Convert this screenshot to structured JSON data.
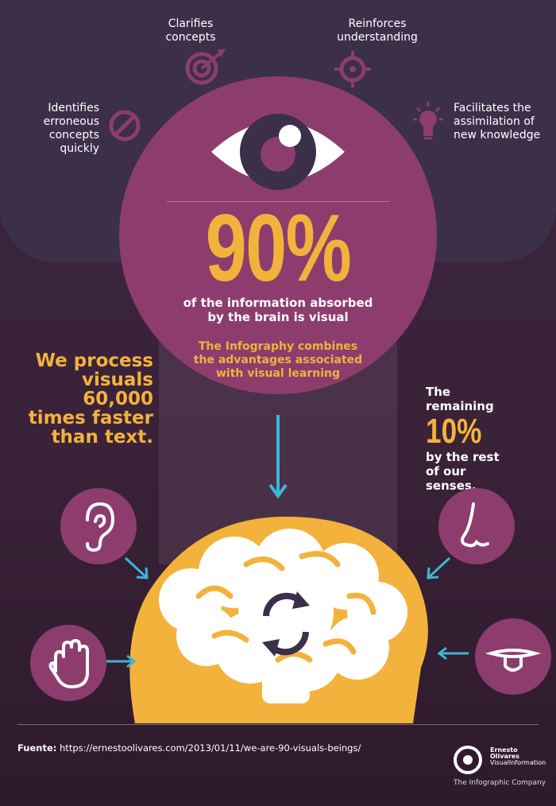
{
  "benefits": [
    {
      "text": "Clarifies concepts",
      "icon": "target-arrow-icon"
    },
    {
      "text": "Reinforces understanding",
      "icon": "crosshair-icon"
    },
    {
      "text": "Identifies erroneous concepts quickly",
      "icon": "prohibited-icon"
    },
    {
      "text": "Facilitates the assimilation of new knowledge",
      "icon": "lightbulb-icon"
    }
  ],
  "headline": {
    "percent": "90%",
    "line1": "of the information absorbed by the brain is visual",
    "line2": "The Infography combines the advantages associated with visual learning"
  },
  "side_fact": "We process visuals 60,000 times faster than text.",
  "remaining": {
    "pre": "The remaining",
    "percent": "10%",
    "post": "by the rest of our senses."
  },
  "senses": [
    "ear-icon",
    "hand-icon",
    "nose-icon",
    "mouth-icon"
  ],
  "footer": {
    "source_label": "Fuente:",
    "source_url": "https://ernestoolivares.com/2013/01/11/we-are-90-visuals-beings/",
    "logo_line1": "Ernesto",
    "logo_line2": "Olivares",
    "logo_line3": "VisualInformation",
    "tagline": "The Infographic Company"
  },
  "colors": {
    "plum": "#8c3d6d",
    "gold": "#f3b23b",
    "cyan": "#3bb6d6",
    "brain": "#ffffff",
    "dark": "#3b2f49"
  }
}
